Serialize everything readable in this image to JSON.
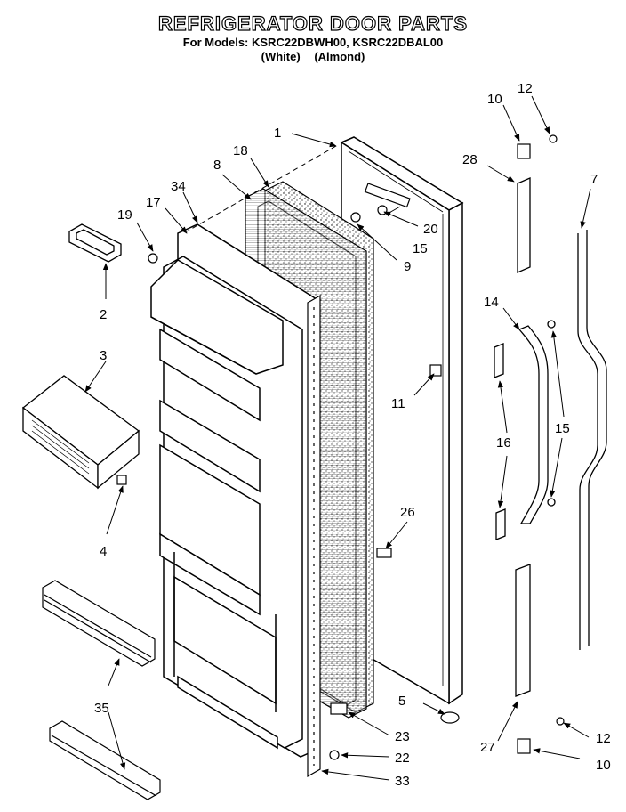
{
  "header": {
    "title": "REFRIGERATOR DOOR PARTS",
    "models": "For Models: KSRC22DBWH00, KSRC22DBAL00",
    "variant_white": "(White)",
    "variant_almond": "(Almond)"
  },
  "callouts": [
    {
      "id": "c1",
      "label": "1"
    },
    {
      "id": "c2",
      "label": "2"
    },
    {
      "id": "c3",
      "label": "3"
    },
    {
      "id": "c4",
      "label": "4"
    },
    {
      "id": "c5",
      "label": "5"
    },
    {
      "id": "c7",
      "label": "7"
    },
    {
      "id": "c8",
      "label": "8"
    },
    {
      "id": "c9",
      "label": "9"
    },
    {
      "id": "c10a",
      "label": "10"
    },
    {
      "id": "c10b",
      "label": "10"
    },
    {
      "id": "c11",
      "label": "11"
    },
    {
      "id": "c12a",
      "label": "12"
    },
    {
      "id": "c12b",
      "label": "12"
    },
    {
      "id": "c14",
      "label": "14"
    },
    {
      "id": "c15a",
      "label": "15"
    },
    {
      "id": "c15b",
      "label": "15"
    },
    {
      "id": "c16",
      "label": "16"
    },
    {
      "id": "c17",
      "label": "17"
    },
    {
      "id": "c18",
      "label": "18"
    },
    {
      "id": "c19",
      "label": "19"
    },
    {
      "id": "c20",
      "label": "20"
    },
    {
      "id": "c22",
      "label": "22"
    },
    {
      "id": "c23",
      "label": "23"
    },
    {
      "id": "c26",
      "label": "26"
    },
    {
      "id": "c27",
      "label": "27"
    },
    {
      "id": "c28",
      "label": "28"
    },
    {
      "id": "c33",
      "label": "33"
    },
    {
      "id": "c34",
      "label": "34"
    },
    {
      "id": "c35",
      "label": "35"
    }
  ]
}
